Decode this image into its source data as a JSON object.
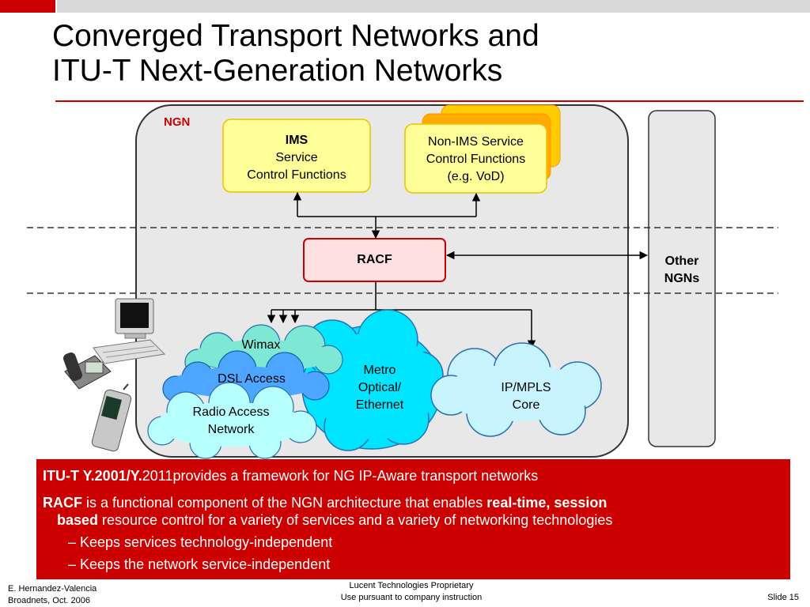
{
  "title": {
    "line1": "Converged Transport Networks and",
    "line2": "ITU-T Next-Generation Networks"
  },
  "diagram": {
    "ngn_label": "NGN",
    "ims": {
      "line1": "IMS",
      "line2": "Service",
      "line3": "Control Functions"
    },
    "non_ims": {
      "line1": "Non-IMS Service",
      "line2": "Control Functions",
      "line3": "(e.g. VoD)"
    },
    "racf": "RACF",
    "other_ngns": {
      "line1": "Other",
      "line2": "NGNs"
    },
    "wimax": "Wimax",
    "dsl": "DSL Access",
    "radio": {
      "line1": "Radio Access",
      "line2": "Network"
    },
    "metro": {
      "line1": "Metro",
      "line2": "Optical/",
      "line3": "Ethernet"
    },
    "ipmpls": {
      "line1": "IP/MPLS",
      "line2": "Core"
    },
    "colors": {
      "ngn_label": "#cc0000",
      "service_box_fill": "#ffff99",
      "service_box_border": "#f0c000",
      "racf_fill": "#ffe0e0",
      "racf_border": "#cc0000",
      "ngn_region_fill": "#e8e8e8",
      "wimax_cloud": "#7fe8d4",
      "dsl_cloud": "#4da6ff",
      "radio_cloud": "#b8ffff",
      "metro_cloud": "#00e5ff",
      "ipmpls_cloud": "#c8f4ff",
      "panel": "#cc0000"
    }
  },
  "panel": {
    "line1_bold": "ITU-T Y.2001/Y.",
    "line1_rest": "2011provides a framework for NG IP-Aware transport networks",
    "racf_bold": "RACF",
    "racf_mid": " is a functional component of the NGN architecture that enables ",
    "racf_bold2": "real-time, session",
    "racf_bold3": "based",
    "racf_rest": " resource control for a variety of services  and a variety of networking technologies",
    "bullet1": "–  Keeps services technology-independent",
    "bullet2": "–  Keeps the network service-independent"
  },
  "footer": {
    "author": "E. Hernandez-Valencia",
    "event": "Broadnets, Oct. 2006",
    "prop1": "Lucent Technologies Proprietary",
    "prop2": "Use pursuant to company instruction",
    "slide": "Slide 15"
  }
}
